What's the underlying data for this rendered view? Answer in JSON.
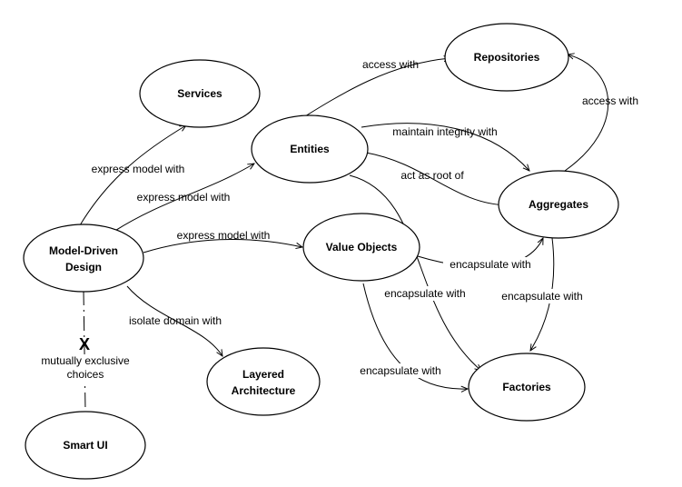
{
  "nodes": {
    "services": "Services",
    "repositories": "Repositories",
    "entities": "Entities",
    "aggregates": "Aggregates",
    "model_driven_design_line1": "Model-Driven",
    "model_driven_design_line2": "Design",
    "value_objects": "Value Objects",
    "layered_architecture_line1": "Layered",
    "layered_architecture_line2": "Architecture",
    "factories": "Factories",
    "smart_ui": "Smart UI"
  },
  "edges": {
    "mdd_services": "express model with",
    "mdd_entities": "express model with",
    "mdd_value_objects": "express model with",
    "mdd_layered": "isolate domain with",
    "mdd_smart_ui_mark": "X",
    "mdd_smart_ui_line1": "mutually exclusive",
    "mdd_smart_ui_line2": "choices",
    "entities_repositories": "access with",
    "entities_aggregates_integrity": "maintain integrity with",
    "entities_aggregates_root": "act as root of",
    "entities_factories": "encapsulate with",
    "aggregates_repositories": "access with",
    "value_objects_aggregates": "encapsulate with",
    "aggregates_factories": "encapsulate with",
    "value_objects_factories": "encapsulate with"
  }
}
